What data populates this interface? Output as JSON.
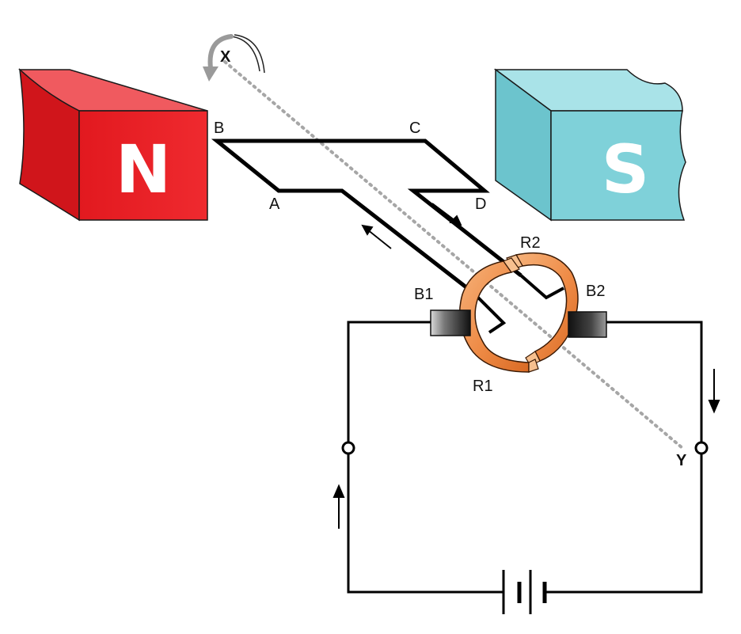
{
  "magnets": {
    "north": {
      "label": "N",
      "color": "#e31d25"
    },
    "south": {
      "label": "S",
      "color": "#7fd1d9"
    }
  },
  "coil": {
    "corners": [
      "A",
      "B",
      "C",
      "D"
    ]
  },
  "axis": {
    "end_top": "X",
    "end_bottom": "Y"
  },
  "split_ring": {
    "ring1": "R1",
    "ring2": "R2",
    "color": "#f08a3c"
  },
  "brushes": {
    "brush1": "B1",
    "brush2": "B2"
  },
  "colors": {
    "wire": "#000000",
    "axis": "#a6a6a6",
    "background": "#ffffff"
  },
  "icons": [
    "rotation-arrow-icon",
    "battery-icon",
    "terminal-icon",
    "current-arrow-icon"
  ]
}
